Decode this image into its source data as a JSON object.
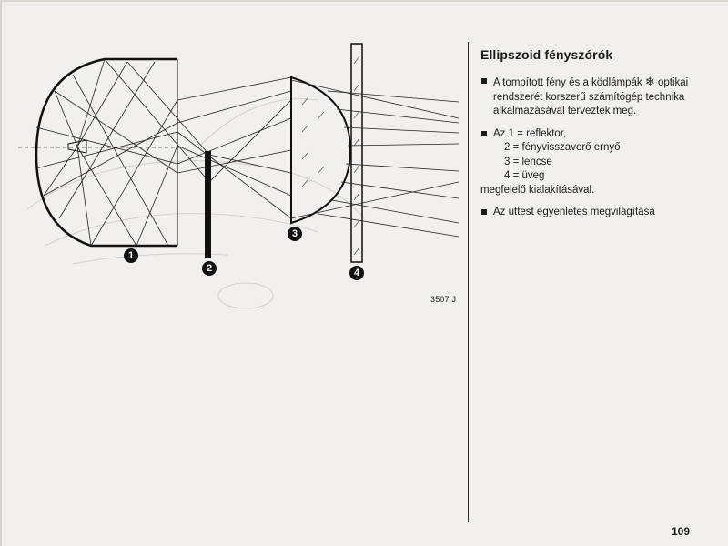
{
  "figure": {
    "code": "3507 J",
    "labels": [
      "1",
      "2",
      "3",
      "4"
    ]
  },
  "section": {
    "title": "Ellipszoid fényszórók",
    "bullets": [
      {
        "lead": "A tompított fény és a ködlámpák",
        "symbol": "❄",
        "rest": "optikai rendszerét korszerű számítógép technika alkalmazásával tervezték meg."
      },
      {
        "legend": [
          "Az 1 = reflektor,",
          "2 = fényvisszaverő ernyő",
          "3 = lencse",
          "4 = üveg"
        ],
        "tail": "megfelelő kialakításával."
      },
      {
        "text": "Az úttest egyenletes megvilágítása"
      }
    ]
  },
  "page_number": "109"
}
